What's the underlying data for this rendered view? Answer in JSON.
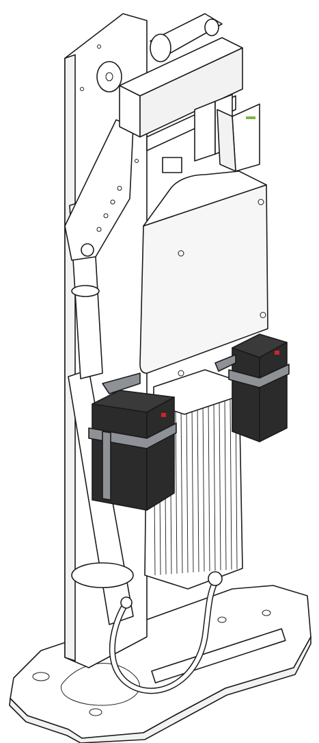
{
  "diagram": {
    "kind": "technical-line-drawing",
    "colors": {
      "background": "#ffffff",
      "stroke": "#1a1a1a",
      "frame": "#ffffff",
      "panel_shade": "#f2f2f2",
      "enclosure": "#f6f6f6",
      "battery_dark": "#2b2b2b",
      "battery_top": "#3a3a3a",
      "battery_strap": "#8e9296",
      "terminal_red": "#d2232a",
      "module_green": "#7ab648",
      "heatsink": "#ffffff"
    },
    "components": [
      {
        "id": "base-plate",
        "icon": "base-plate"
      },
      {
        "id": "vertical-frame",
        "icon": "frame-plate"
      },
      {
        "id": "gas-strut",
        "icon": "gas-strut"
      },
      {
        "id": "pivot-arm",
        "icon": "pivot-arm"
      },
      {
        "id": "top-pulleys",
        "icon": "pulley"
      },
      {
        "id": "motor-housing",
        "icon": "motor-box"
      },
      {
        "id": "din-rail-modules",
        "icon": "din-rail"
      },
      {
        "id": "power-supply",
        "icon": "psu-module"
      },
      {
        "id": "electronics-enclosure",
        "icon": "enclosure-box"
      },
      {
        "id": "heatsink",
        "icon": "heatsink"
      },
      {
        "id": "battery-left",
        "icon": "battery"
      },
      {
        "id": "battery-right",
        "icon": "battery"
      },
      {
        "id": "hose",
        "icon": "hose"
      }
    ]
  }
}
